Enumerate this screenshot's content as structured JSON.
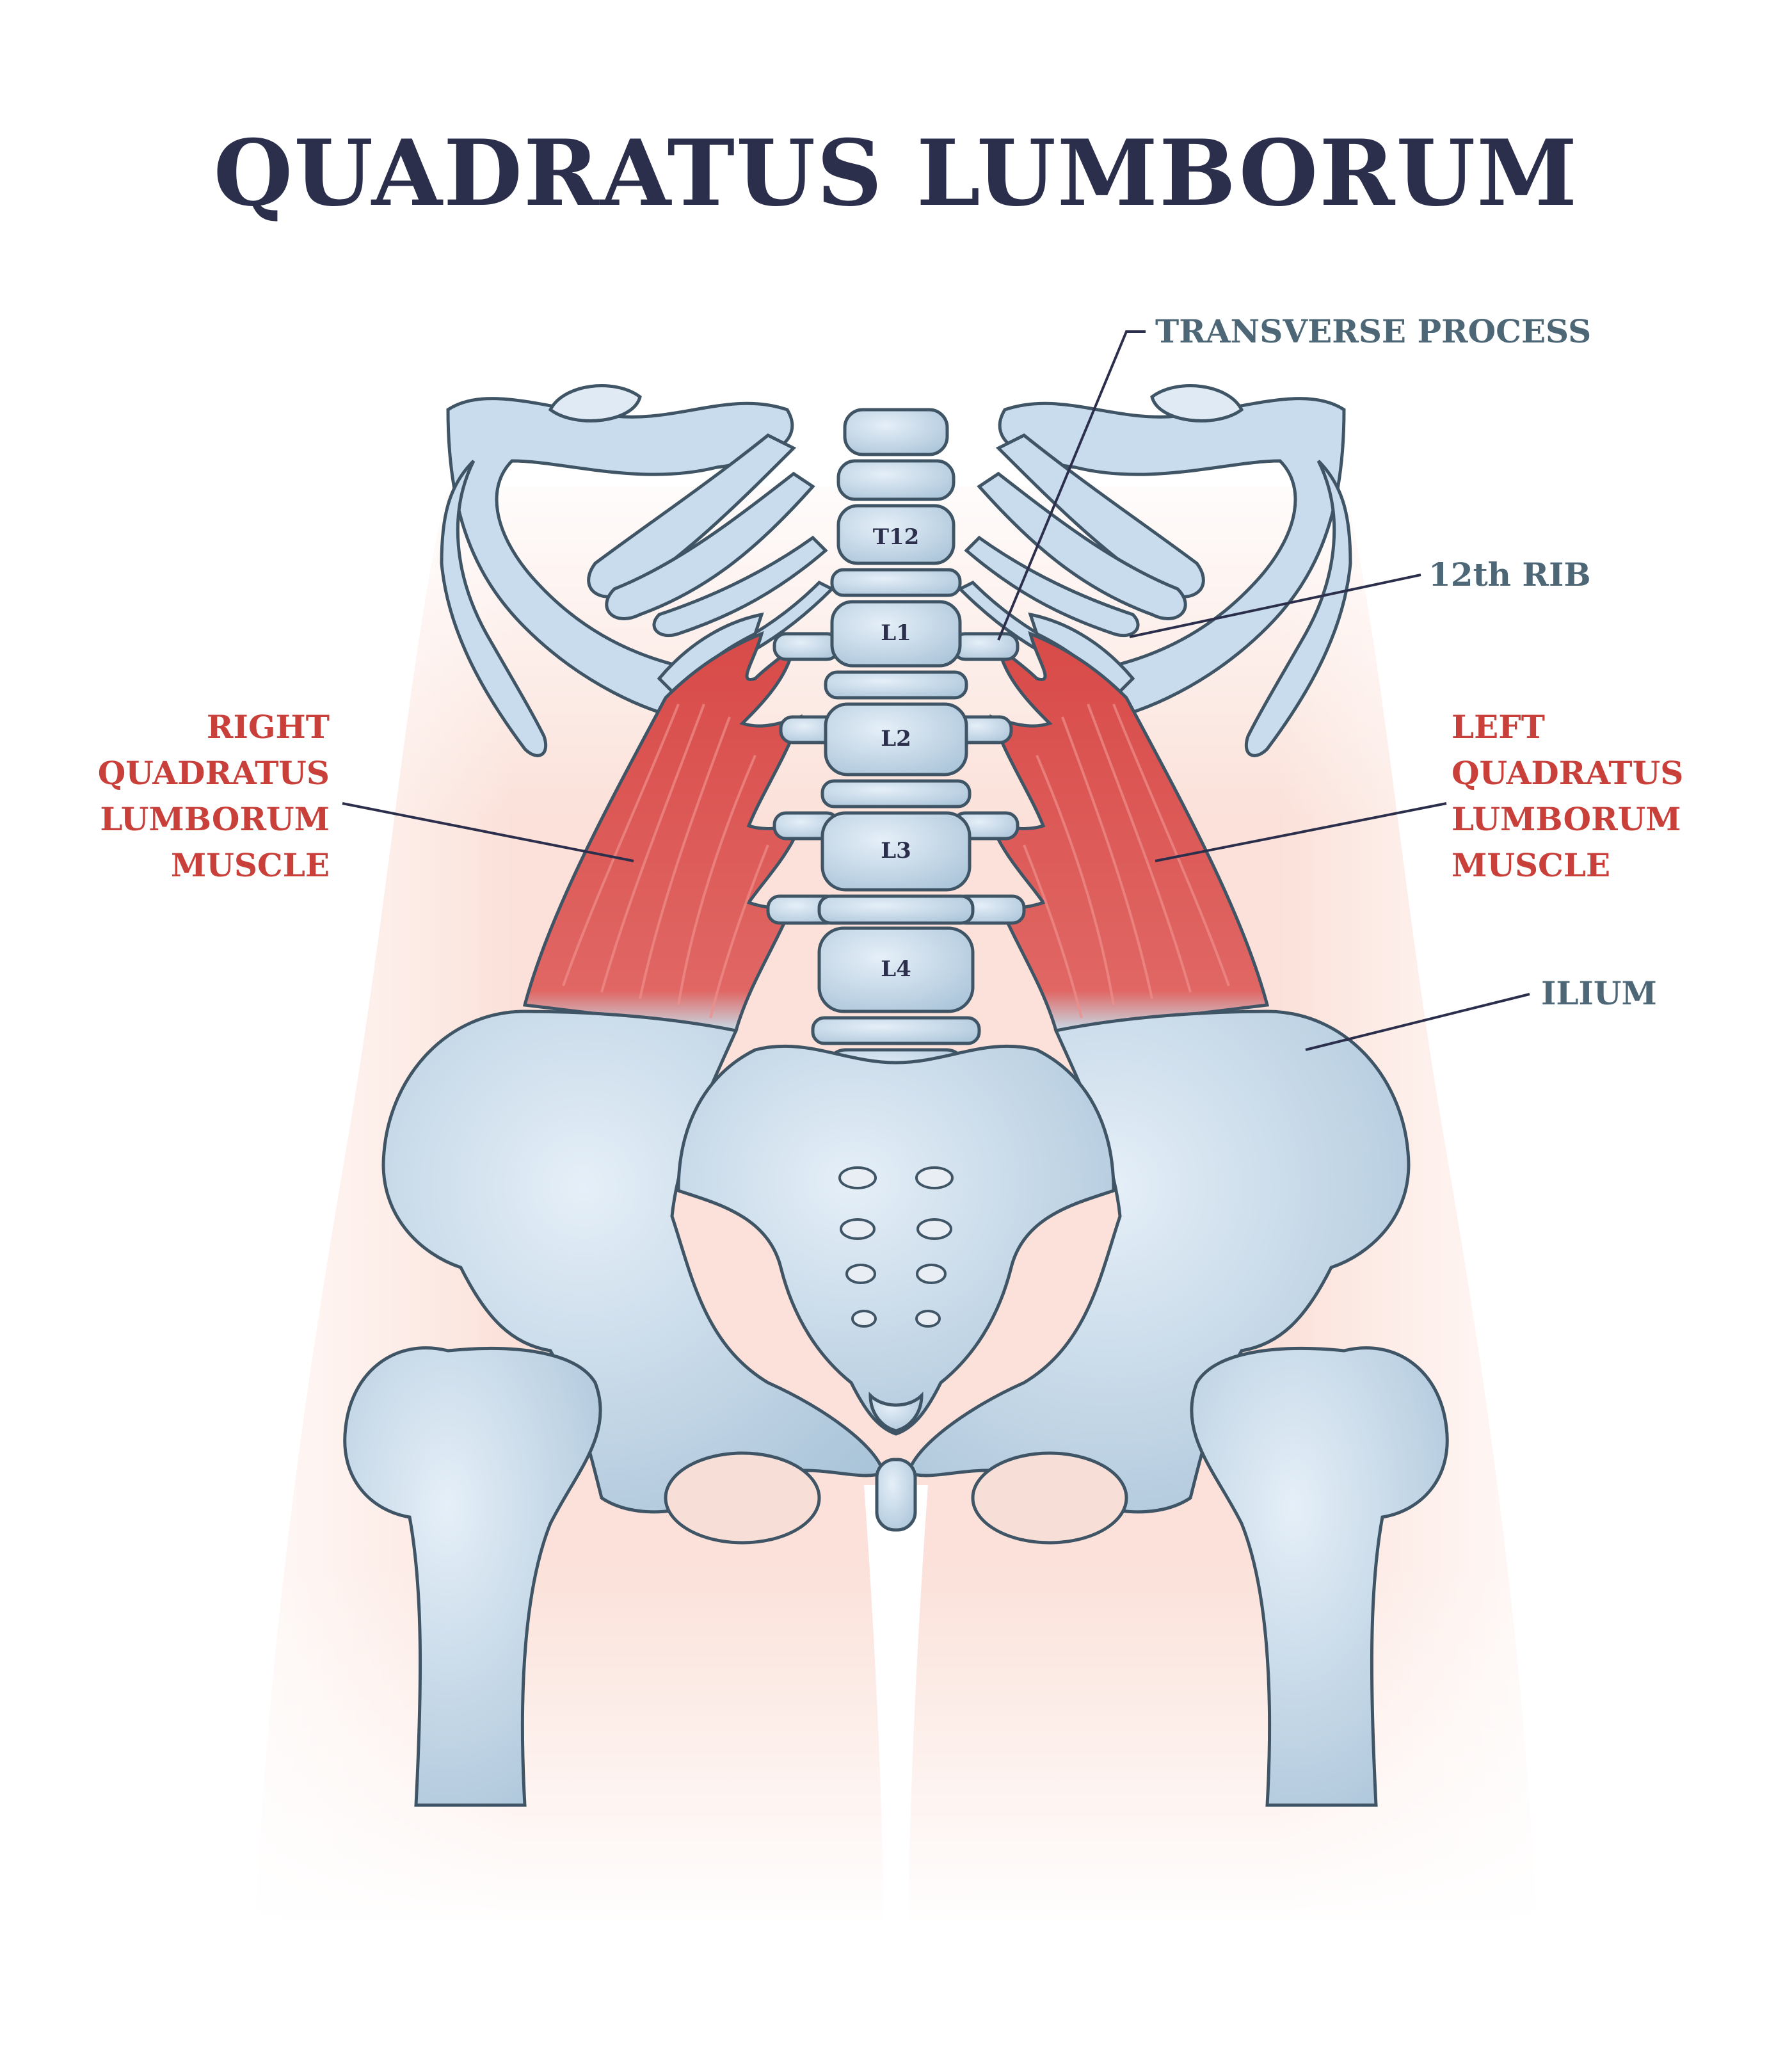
{
  "title": "QUADRATUS LUMBORUM",
  "labels": {
    "transverse_process": "TRANSVERSE PROCESS",
    "twelfth_rib": "12th RIB",
    "ilium": "ILIUM",
    "right_qlm": [
      "RIGHT",
      "QUADRATUS",
      "LUMBORUM",
      "MUSCLE"
    ],
    "left_qlm": [
      "LEFT",
      "QUADRATUS",
      "LUMBORUM",
      "MUSCLE"
    ]
  },
  "vertebrae": [
    "T12",
    "L1",
    "L2",
    "L3",
    "L4"
  ],
  "colors": {
    "title": "#2b2f4b",
    "callout_blue": "#4d6777",
    "callout_red": "#c9403b",
    "bone": "#c9dced",
    "bone_outline": "#3f5566",
    "muscle": "#d64a48",
    "body_skin": "#fbe6e0"
  }
}
